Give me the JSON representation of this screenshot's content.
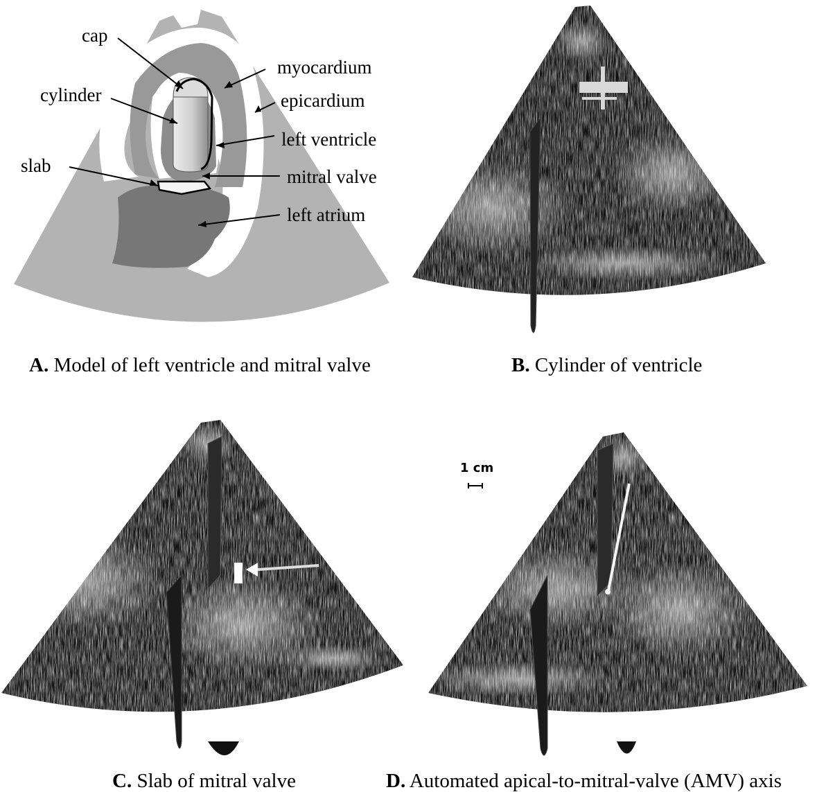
{
  "panel_a": {
    "labels": {
      "cap": "cap",
      "cylinder": "cylinder",
      "slab": "slab",
      "myocardium": "myocardium",
      "epicardium": "epicardium",
      "left_ventricle": "left ventricle",
      "mitral_valve": "mitral valve",
      "left_atrium": "left atrium"
    },
    "caption_letter": "A.",
    "caption_text": "Model of left ventricle and mitral valve"
  },
  "panel_b": {
    "caption_letter": "B.",
    "caption_text": "Cylinder of ventricle"
  },
  "panel_c": {
    "caption_letter": "C.",
    "caption_text": "Slab of mitral valve"
  },
  "panel_d": {
    "caption_letter": "D.",
    "caption_text": "Automated apical-to-mitral-valve (AMV) axis",
    "scale_label": "1 cm"
  },
  "colors": {
    "sector_gray": "#b3b3b3",
    "myocardium_gray": "#999999",
    "atrium_gray": "#777777",
    "ultrasound_dark": "#111111"
  }
}
